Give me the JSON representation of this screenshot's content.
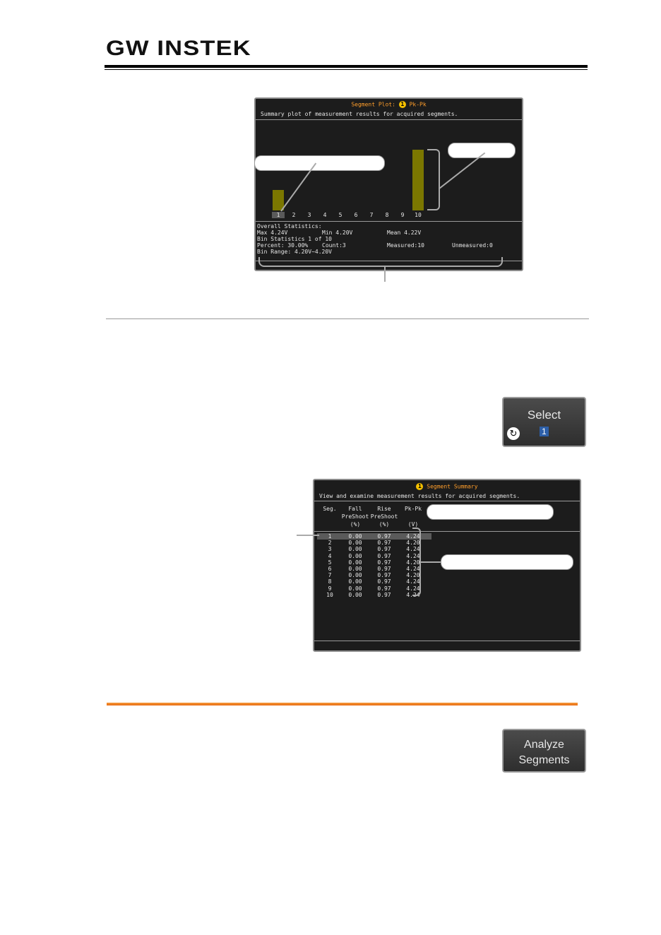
{
  "header": {
    "logo": "GW INSTEK"
  },
  "segment_plot": {
    "title": "Segment Plot:",
    "channel": "1",
    "measurement": "Pk-Pk",
    "description": "Summary plot of measurement results for acquired segments.",
    "bins": [
      {
        "label": "1",
        "count": 1
      },
      {
        "label": "2",
        "count": 0
      },
      {
        "label": "3",
        "count": 0
      },
      {
        "label": "4",
        "count": 0
      },
      {
        "label": "5",
        "count": 0
      },
      {
        "label": "6",
        "count": 0
      },
      {
        "label": "7",
        "count": 0
      },
      {
        "label": "8",
        "count": 0
      },
      {
        "label": "9",
        "count": 0
      },
      {
        "label": "10",
        "count": 3
      }
    ],
    "selected_bin": "1",
    "stats": {
      "overall_label": "Overall Statistics:",
      "max": "Max 4.24V",
      "min": "Min 4.20V",
      "mean": "Mean 4.22V",
      "bin_stats": "Bin Statistics  1 of 10",
      "percent": "Percent: 30.00%",
      "count": "Count:3",
      "measured": "Measured:10",
      "unmeasured": "Unmeasured:0",
      "bin_range": "Bin Range:  4.20V~4.20V"
    }
  },
  "select_key": {
    "label": "Select",
    "value": "1",
    "knob_icon": "↻"
  },
  "segment_summary": {
    "title": "Segment Summary",
    "channel": "1",
    "description": "View and examine measurement results for acquired segments.",
    "headers": [
      {
        "line1": "Seg.",
        "line2": "",
        "line3": ""
      },
      {
        "line1": "Fall",
        "line2": "PreShoot",
        "line3": "(%)"
      },
      {
        "line1": "Rise",
        "line2": "PreShoot",
        "line3": "(%)"
      },
      {
        "line1": "Pk-Pk",
        "line2": "",
        "line3": "(V)"
      }
    ],
    "rows": [
      [
        "1",
        "0.00",
        "0.97",
        "4.24"
      ],
      [
        "2",
        "0.00",
        "0.97",
        "4.20"
      ],
      [
        "3",
        "0.00",
        "0.97",
        "4.24"
      ],
      [
        "4",
        "0.00",
        "0.97",
        "4.24"
      ],
      [
        "5",
        "0.00",
        "0.97",
        "4.20"
      ],
      [
        "6",
        "0.00",
        "0.97",
        "4.24"
      ],
      [
        "7",
        "0.00",
        "0.97",
        "4.20"
      ],
      [
        "8",
        "0.00",
        "0.97",
        "4.24"
      ],
      [
        "9",
        "0.00",
        "0.97",
        "4.24"
      ],
      [
        "10",
        "0.00",
        "0.97",
        "4.24"
      ]
    ],
    "selected_row": "1"
  },
  "analyze_key": {
    "line1": "Analyze",
    "line2": "Segments"
  },
  "colors": {
    "accent_orange": "#ff9e2b",
    "bar": "#7b7700",
    "screen_bg": "#1c1c1c",
    "rule_orange": "#e86a10"
  }
}
